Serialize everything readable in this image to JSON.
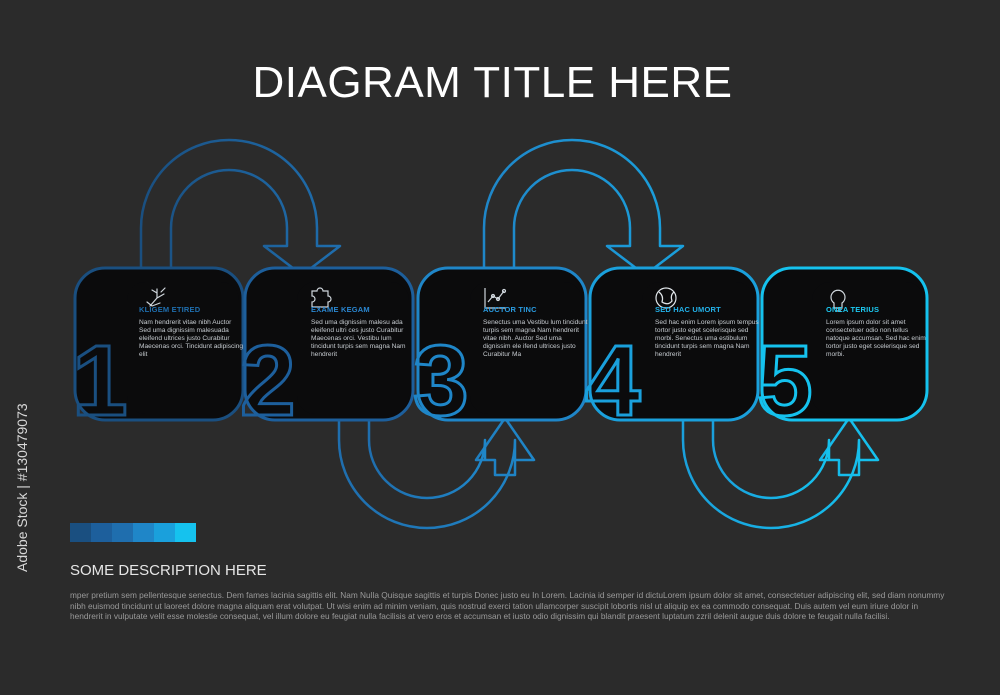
{
  "title": "DIAGRAM TITLE HERE",
  "steps": [
    {
      "number": "1",
      "title": "KLIGEM ETIRED",
      "text": "Nam hendrerit vitae nibh Auctor Sed uma dignissim malesuada eleifend ultrices justo Curabitur Maecenas orci. Tincidunt adipiscing elit",
      "icon": "hand-tree-icon",
      "color": "#1d5f9c"
    },
    {
      "number": "2",
      "title": "EXAME KEGAM",
      "text": "Sed uma dignissim malesu ada eleifend ultri ces justo Curabitur Maecenas orci. Vestibu lum tincidunt turpis sem magna Nam hendrerit",
      "icon": "puzzle-icon",
      "color": "#1f6eae"
    },
    {
      "number": "3",
      "title": "AUCTOR TINC",
      "text": "Senectus uma Vestibu lum tincidunt turpis sem magna Nam hendrerit vitae nibh. Auctor Sed uma dignissim ele ifend ultrices justo Curabitur Ma",
      "icon": "line-chart-icon",
      "color": "#1f86c8"
    },
    {
      "number": "4",
      "title": "SED HAC UMORT",
      "text": "Sed hac enim Lorem ipsum tempus tortor justo eget scelerisque sed morbi. Senectus uma estibulum tincidunt turpis sem magna Nam hendrerit",
      "icon": "globe-icon",
      "color": "#1aa0dc"
    },
    {
      "number": "5",
      "title": "ONEA TERIUS",
      "text": "Lorem ipsum dolor sit amet consectetuer odio non tellus natoque accumsan. Sed hac enim tortor justo eget scelerisque sed morbi.",
      "icon": "lightbulb-icon",
      "color": "#15c2ee"
    }
  ],
  "swatch_colors": [
    "#1a4f80",
    "#1d5f9c",
    "#1f6eae",
    "#1f86c8",
    "#1aa0dc",
    "#15c2ee"
  ],
  "description_title": "SOME DESCRIPTION HERE",
  "body_text": "mper pretium sem pellentesque senectus. Dem fames lacinia sagittis elit. Nam Nulla Quisque sagittis et turpis Donec justo eu In Lorem. Lacinia id semper id dictuLorem ipsum dolor sit amet, consectetuer adipiscing elit, sed diam nonummy nibh euismod tincidunt ut laoreet dolore magna aliquam erat volutpat. Ut wisi enim ad minim veniam, quis nostrud exerci tation ullamcorper suscipit lobortis nisl ut aliquip ex ea commodo consequat. Duis autem vel eum iriure dolor in hendrerit in vulputate velit esse molestie consequat, vel illum dolore eu feugiat nulla facilisis at vero eros et accumsan et iusto odio dignissim qui blandit praesent luptatum zzril delenit augue duis dolore te feugait nulla facilisi.",
  "side_text": "Adobe Stock | #130479073"
}
